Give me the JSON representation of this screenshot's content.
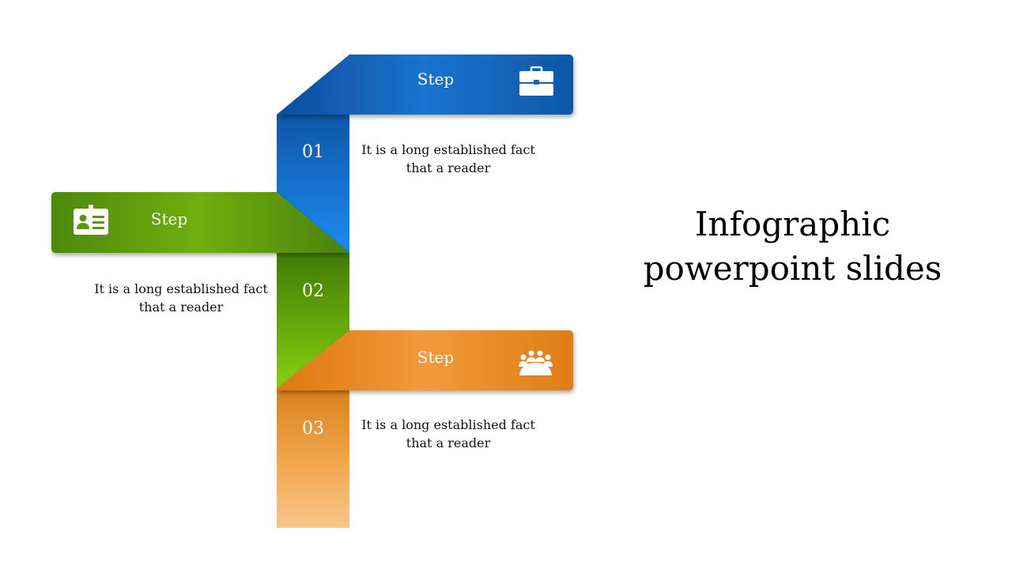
{
  "title": "Infographic powerpoint slides",
  "steps": [
    {
      "number": "01",
      "label": "Step",
      "text": "It is a long established fact that a reader",
      "icon": "briefcase-icon",
      "color": "#1565c0"
    },
    {
      "number": "02",
      "label": "Step",
      "text": "It is a long established fact that a reader",
      "icon": "id-card-icon",
      "color": "#5a9a0a"
    },
    {
      "number": "03",
      "label": "Step",
      "text": "It is a long established fact that a reader",
      "icon": "meeting-group-icon",
      "color": "#e8861e"
    }
  ]
}
